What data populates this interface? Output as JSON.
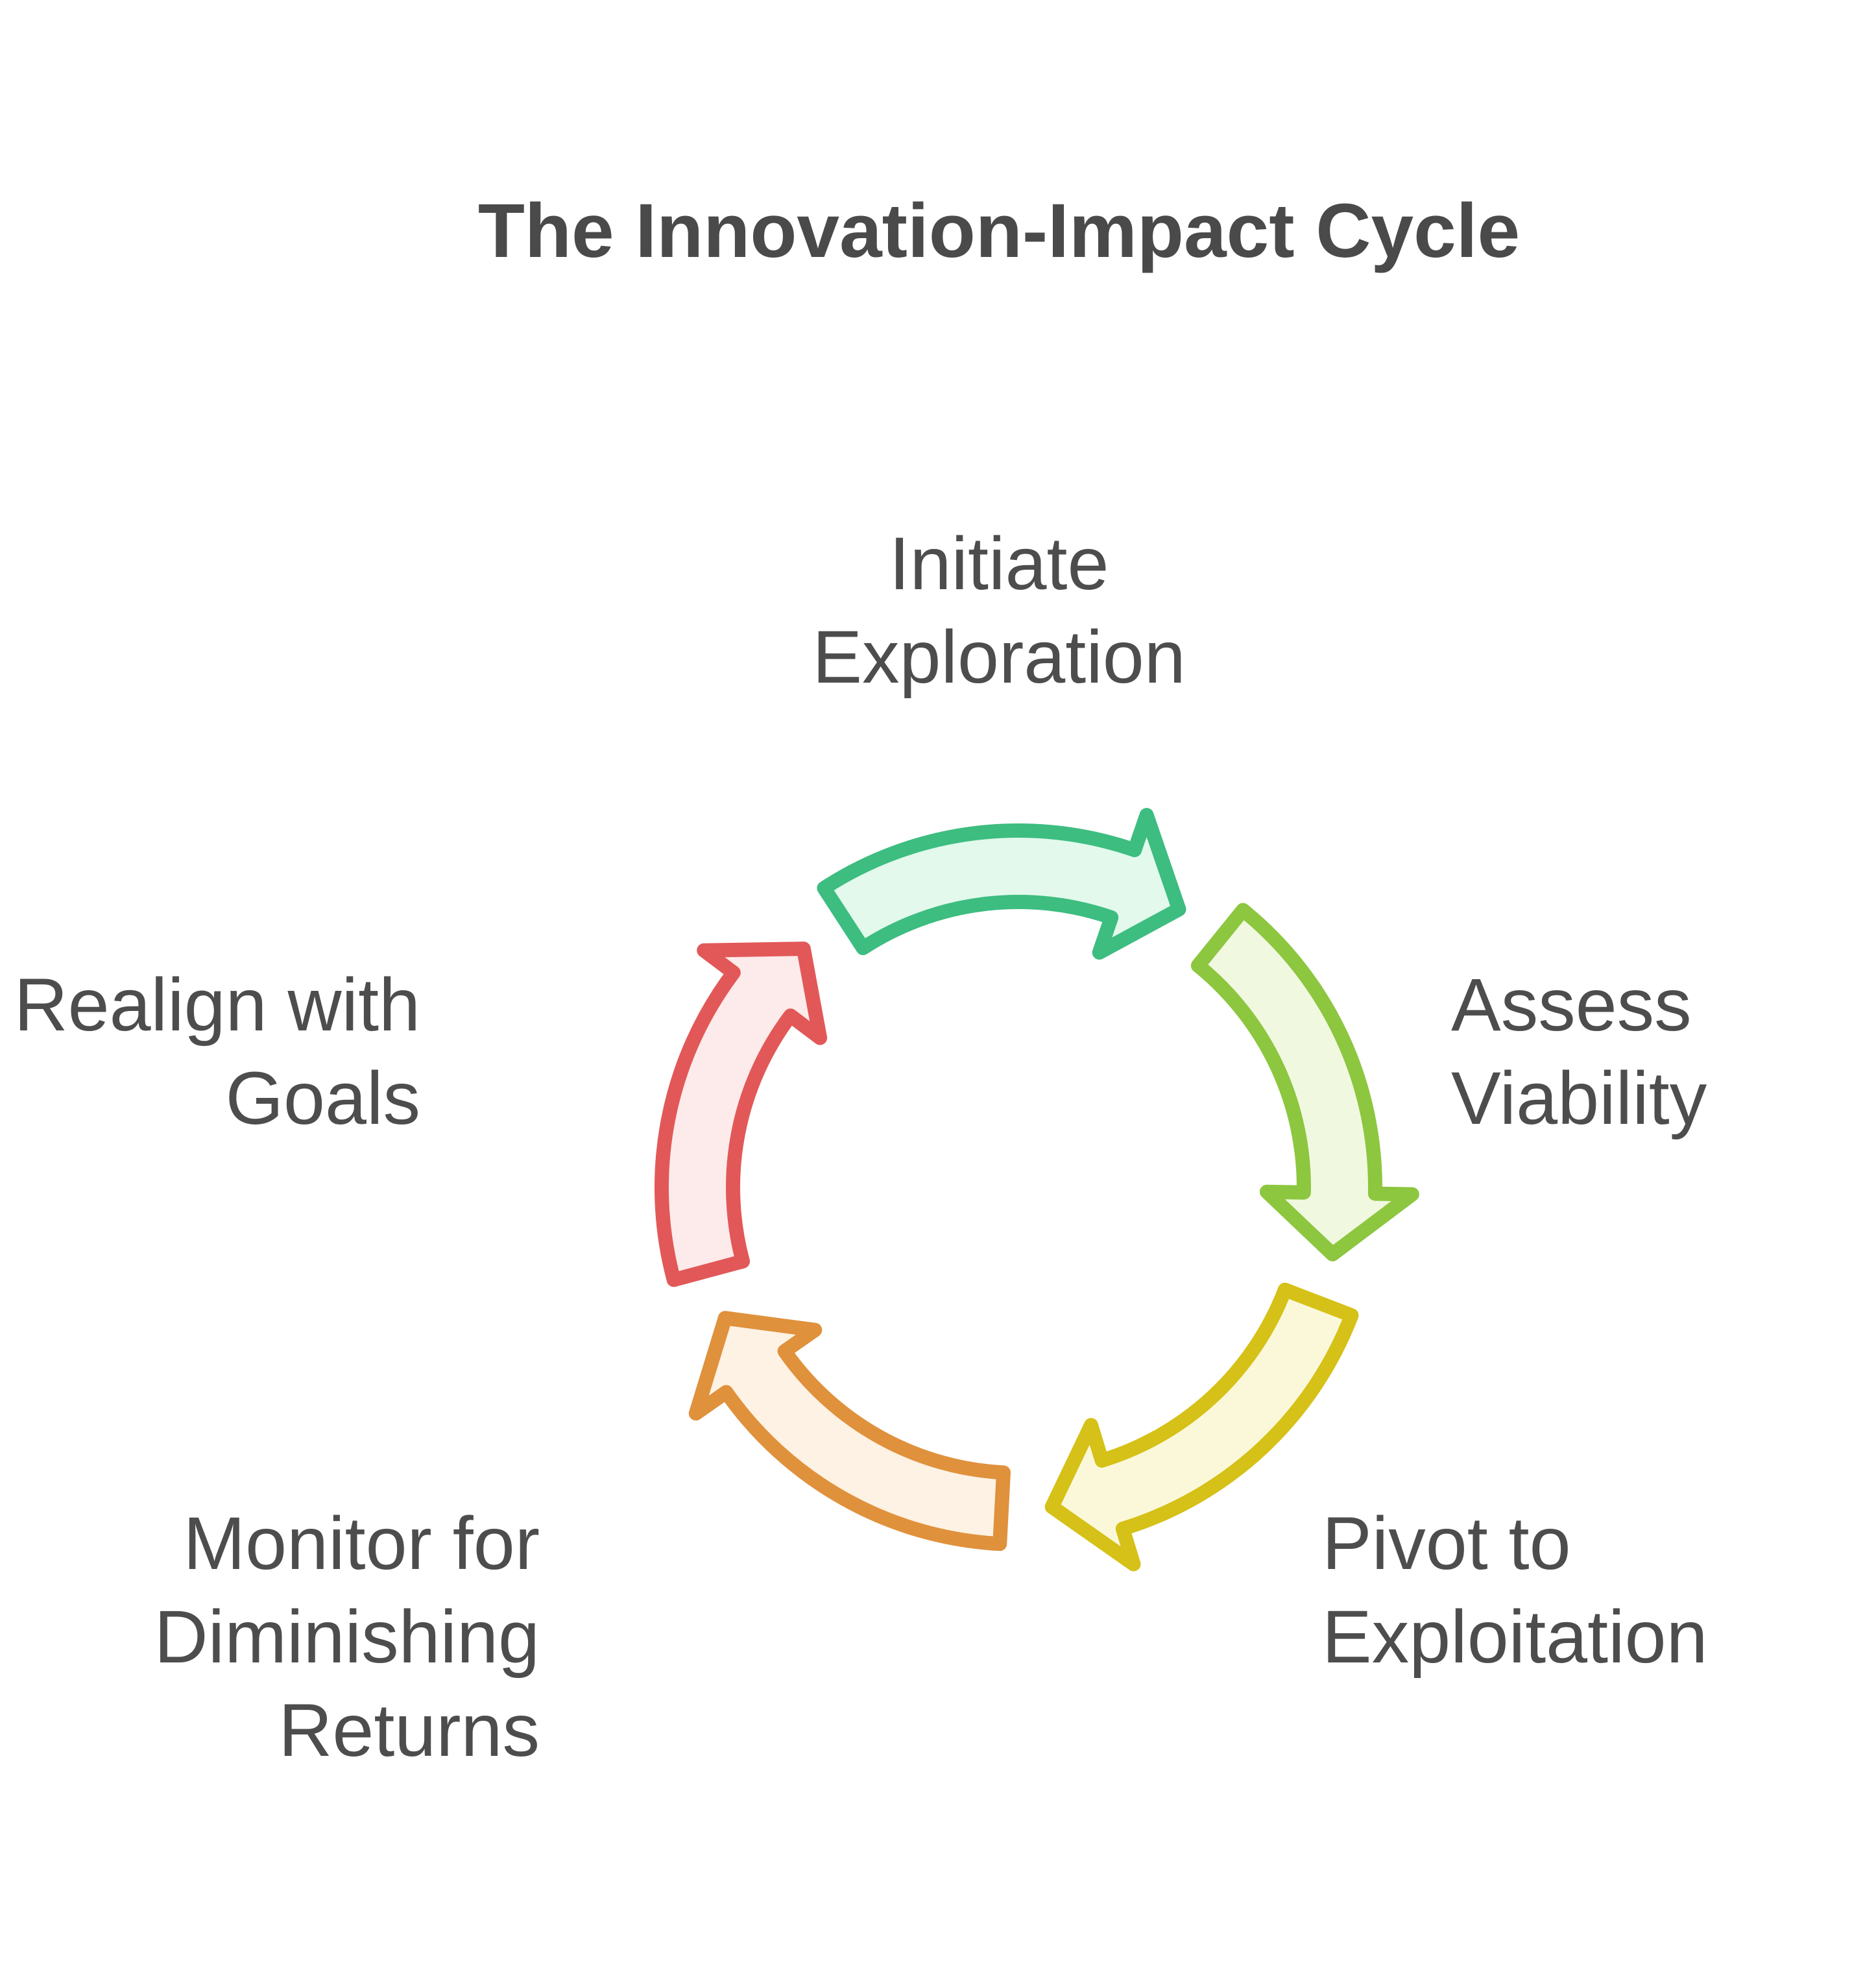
{
  "title": "The Innovation-Impact Cycle",
  "colors": {
    "background": "#ffffff",
    "title_text": "#4a4a4a",
    "label_text": "#4d4d4d"
  },
  "steps": [
    {
      "id": "initiate-exploration",
      "label": "Initiate\nExploration",
      "arrow": {
        "stroke": "#3dbd80",
        "fill": "#e2f9ec"
      }
    },
    {
      "id": "assess-viability",
      "label": "Assess\nViability",
      "arrow": {
        "stroke": "#8dc63f",
        "fill": "#f1f8e0"
      }
    },
    {
      "id": "pivot-to-exploitation",
      "label": "Pivot to\nExploitation",
      "arrow": {
        "stroke": "#d5c117",
        "fill": "#fbf8da"
      }
    },
    {
      "id": "monitor-for-diminishing-returns",
      "label": "Monitor for\nDiminishing\nReturns",
      "arrow": {
        "stroke": "#e0913c",
        "fill": "#fdf2e3"
      }
    },
    {
      "id": "realign-with-goals",
      "label": "Realign with\nGoals",
      "arrow": {
        "stroke": "#e25858",
        "fill": "#fcebea"
      }
    }
  ]
}
